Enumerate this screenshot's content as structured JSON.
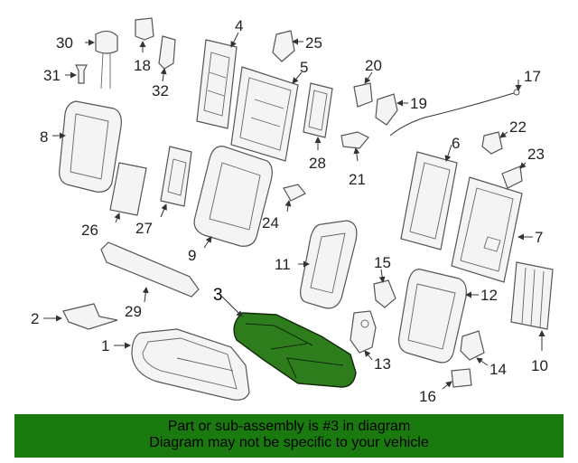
{
  "highlighted_part": "3",
  "highlight_color": "#2e7d1c",
  "banner_color": "#1a7a10",
  "callouts": {
    "c1": "1",
    "c2": "2",
    "c3": "3",
    "c4": "4",
    "c5": "5",
    "c6": "6",
    "c7": "7",
    "c8": "8",
    "c9": "9",
    "c10": "10",
    "c11": "11",
    "c12": "12",
    "c13": "13",
    "c14": "14",
    "c15": "15",
    "c16": "16",
    "c17": "17",
    "c18": "18",
    "c19": "19",
    "c20": "20",
    "c21": "21",
    "c22": "22",
    "c23": "23",
    "c24": "24",
    "c25": "25",
    "c26": "26",
    "c27": "27",
    "c28": "28",
    "c29": "29",
    "c30": "30",
    "c31": "31",
    "c32": "32"
  },
  "banner": {
    "line1": "Part or sub-assembly is #3 in diagram",
    "line2": "Diagram may not be specific to your vehicle"
  }
}
